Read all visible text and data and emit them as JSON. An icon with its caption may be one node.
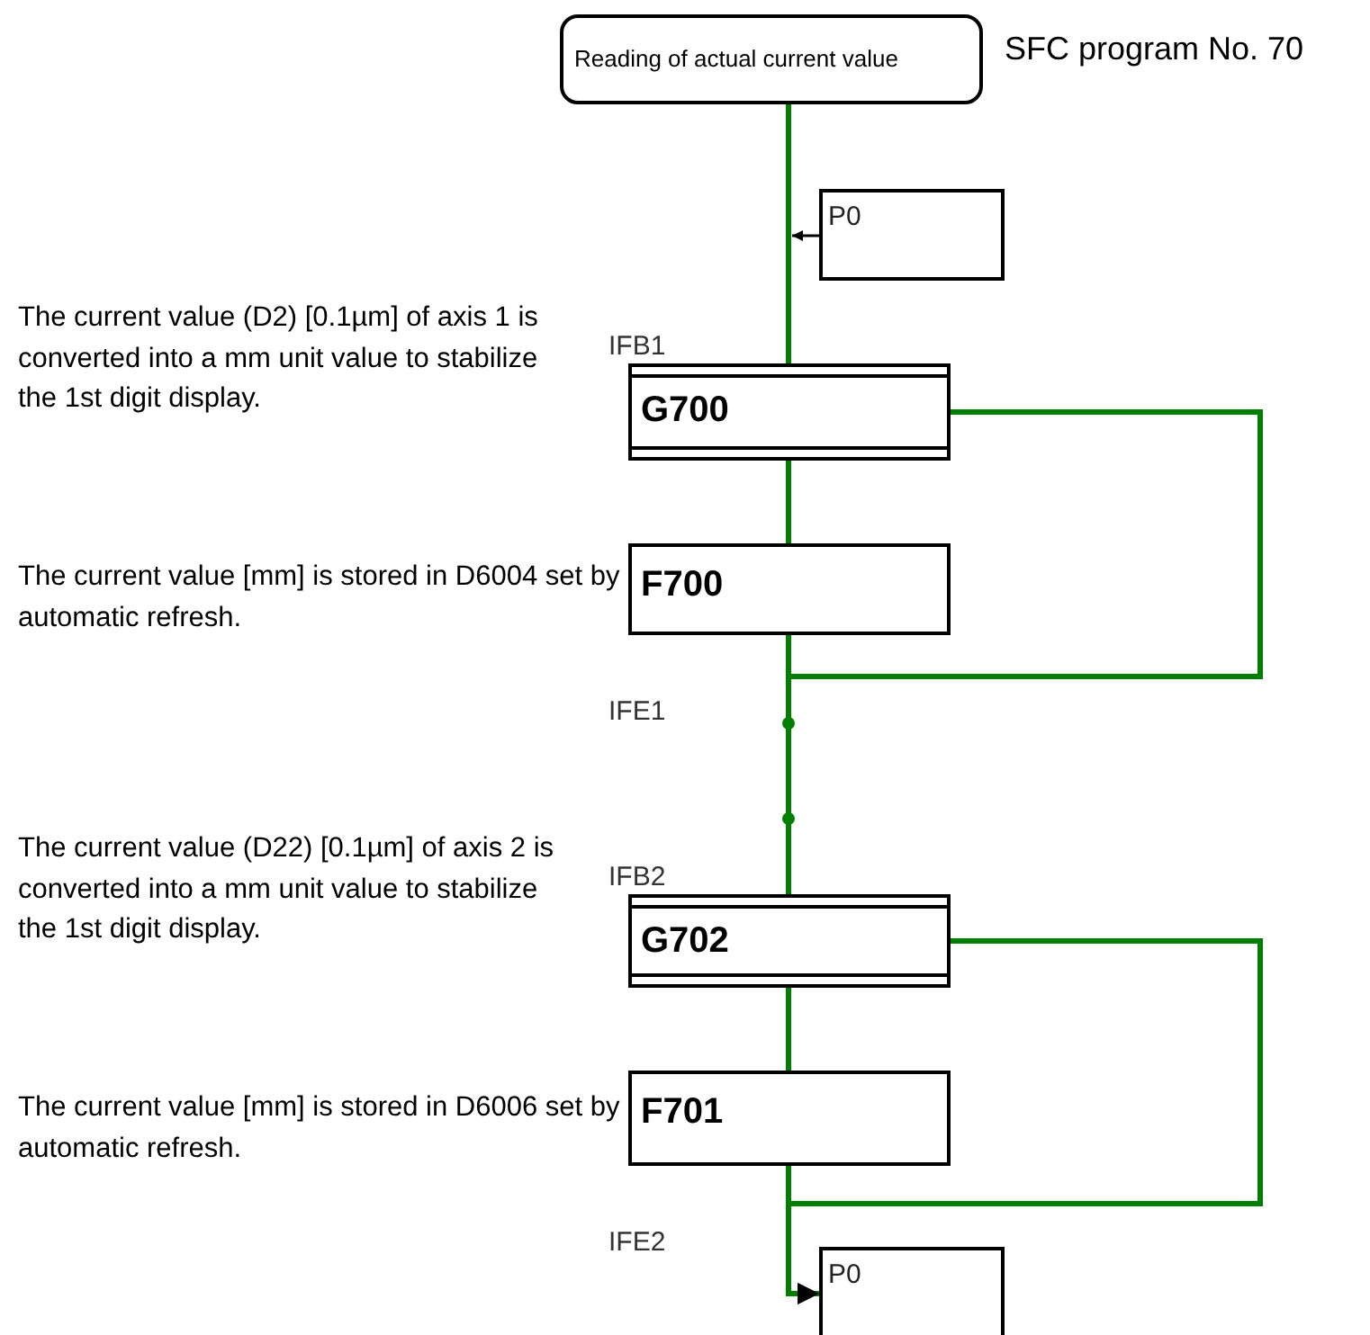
{
  "diagram": {
    "nodes": [
      {
        "text": [
          "Reading of actual current value"
        ],
        "beside": [
          "SFC program No. 70"
        ]
      },
      {
        "text": [
          "P0"
        ]
      },
      {
        "text": [
          "G700"
        ],
        "beside": [
          "IFB1"
        ]
      },
      {
        "text": [
          "F700"
        ]
      },
      {
        "text": [
          "G702"
        ],
        "beside": [
          "IFB2"
        ]
      },
      {
        "text": [
          "F701"
        ]
      },
      {
        "text": [
          "P0"
        ]
      }
    ],
    "edges": [
      {
        "from": 0,
        "to": 2,
        "arrow": "none"
      },
      {
        "from": 1,
        "to": null,
        "arrow": "to",
        "color": "#000000"
      },
      {
        "from": 2,
        "to": 3,
        "arrow": "none"
      },
      {
        "from": 3,
        "to": 4,
        "arrow": "none"
      },
      {
        "from": 2,
        "to": 4,
        "arrow": "none"
      },
      {
        "from": 4,
        "to": 5,
        "arrow": "none"
      },
      {
        "from": 5,
        "to": 6,
        "arrow": "to"
      },
      {
        "from": 4,
        "to": 6,
        "arrow": "to"
      }
    ],
    "labels": [
      "The current value (D2) [0.1µm] of axis 1 is converted into a mm unit value to stabilize the 1st digit display.",
      "The current value [mm] is stored in D6004 set by automatic refresh.",
      "IFE1",
      "The current value (D22) [0.1µm] of axis 2 is converted into a mm unit value to stabilize the 1st digit display.",
      "The current value [mm] is stored in D6006 set by automatic refresh.",
      "IFE2"
    ]
  }
}
